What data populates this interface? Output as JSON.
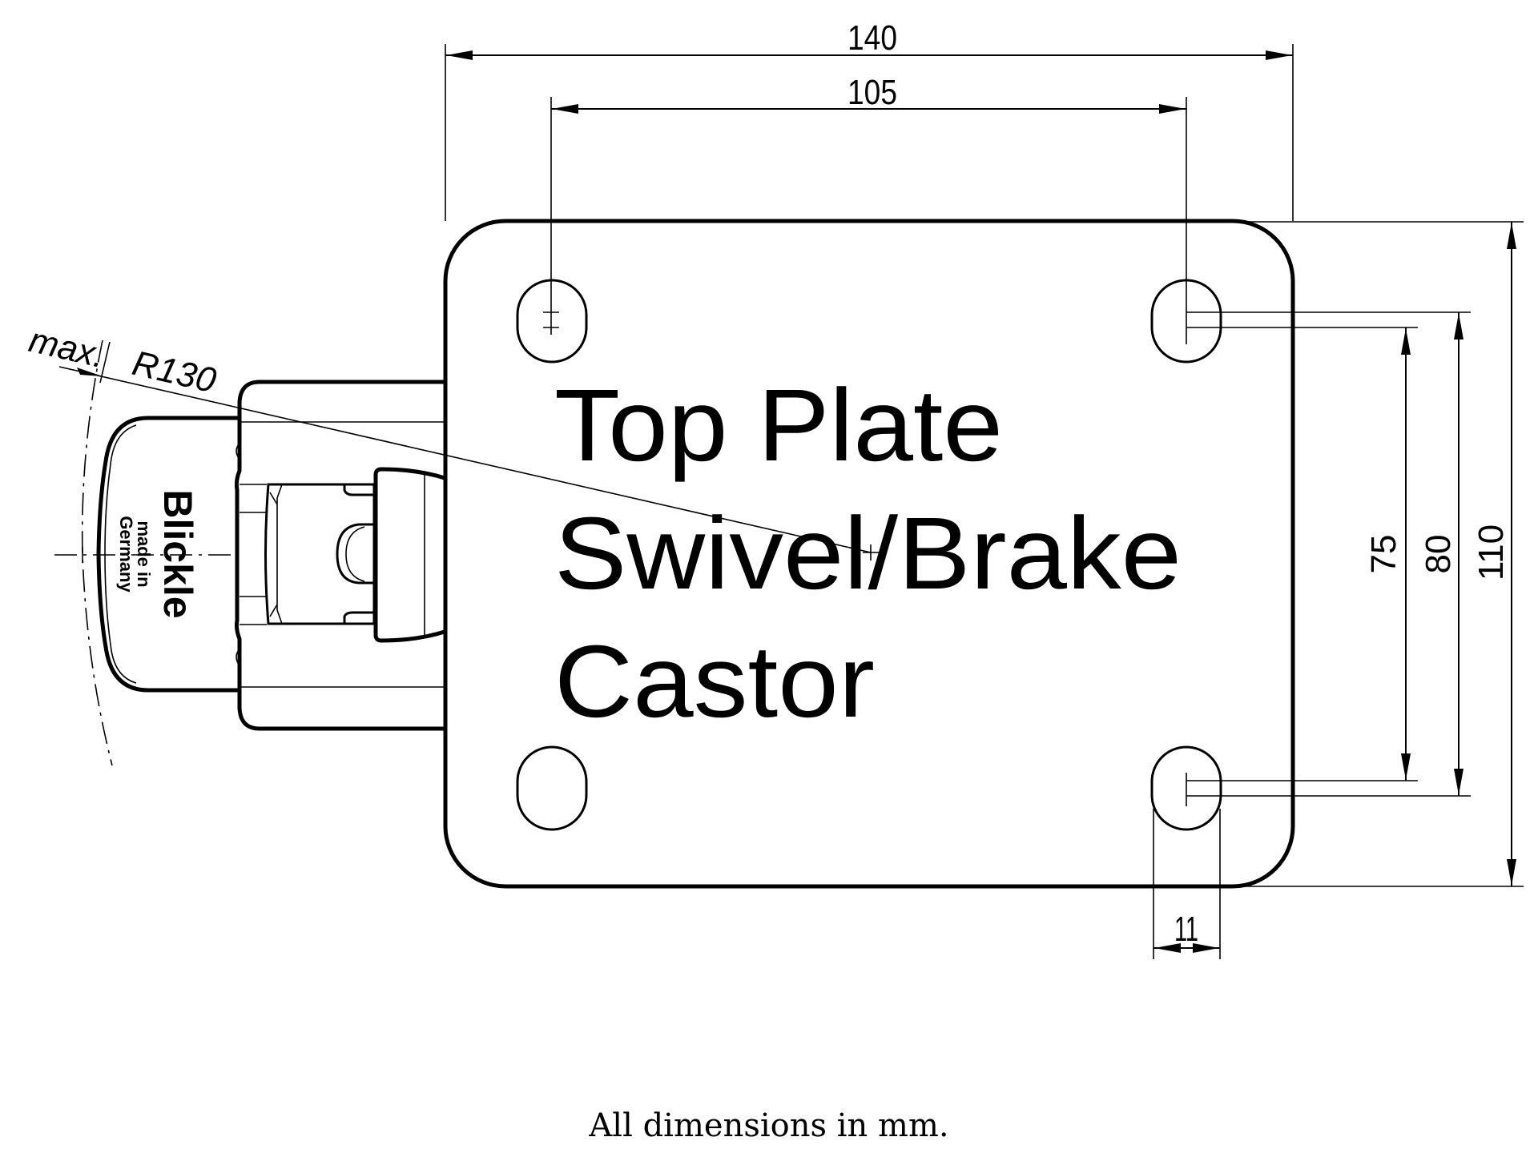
{
  "drawing": {
    "title_lines": [
      "Top Plate",
      "Swivel/Brake",
      "Castor"
    ],
    "brand": {
      "name": "Blickle",
      "subline_1": "made in",
      "subline_2": "Germany"
    },
    "dimensions": {
      "plate_width": "140",
      "bolt_hole_spacing_x": "105",
      "plate_height": "110",
      "bolt_hole_spacing_y_outer": "80",
      "bolt_hole_spacing_y_inner": "75",
      "slot_width": "11",
      "swivel_radius_prefix": "max.",
      "swivel_radius": "R130"
    },
    "unit_note": "All dimensions in mm.",
    "colors": {
      "line": "#000000",
      "background": "#ffffff"
    }
  }
}
